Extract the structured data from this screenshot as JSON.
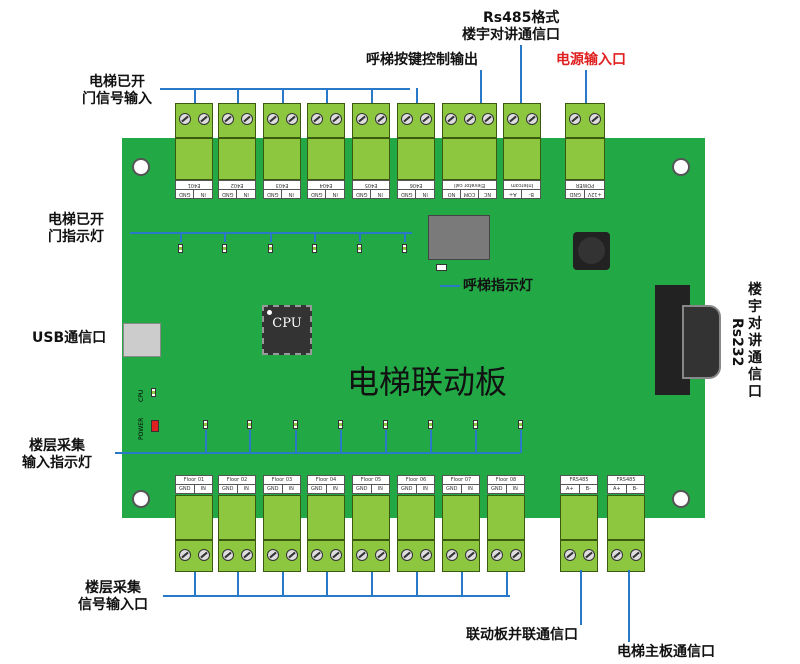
{
  "board": {
    "title": "电梯联动板",
    "cpu_label": "CPU",
    "cpu_led": "CPU",
    "power_led": "POWER"
  },
  "top_connectors": [
    {
      "name": "E401",
      "pins": [
        "IN",
        "GND"
      ]
    },
    {
      "name": "E402",
      "pins": [
        "IN",
        "GND"
      ]
    },
    {
      "name": "E403",
      "pins": [
        "IN",
        "GND"
      ]
    },
    {
      "name": "E404",
      "pins": [
        "IN",
        "GND"
      ]
    },
    {
      "name": "E405",
      "pins": [
        "IN",
        "GND"
      ]
    },
    {
      "name": "E406",
      "pins": [
        "IN",
        "GND"
      ]
    },
    {
      "name": "Elevator call",
      "pins": [
        "NC",
        "COM",
        "NO"
      ]
    },
    {
      "name": "Intercom",
      "pins": [
        "B-",
        "A+"
      ]
    },
    {
      "name": "POWER",
      "pins": [
        "+12V",
        "GND"
      ]
    }
  ],
  "bottom_connectors": [
    {
      "name": "Floor 01",
      "pins": [
        "GND",
        "IN"
      ]
    },
    {
      "name": "Floor 02",
      "pins": [
        "GND",
        "IN"
      ]
    },
    {
      "name": "Floor 03",
      "pins": [
        "GND",
        "IN"
      ]
    },
    {
      "name": "Floor 04",
      "pins": [
        "GND",
        "IN"
      ]
    },
    {
      "name": "Floor 05",
      "pins": [
        "GND",
        "IN"
      ]
    },
    {
      "name": "Floor 06",
      "pins": [
        "GND",
        "IN"
      ]
    },
    {
      "name": "Floor 07",
      "pins": [
        "GND",
        "IN"
      ]
    },
    {
      "name": "Floor 08",
      "pins": [
        "GND",
        "IN"
      ]
    },
    {
      "name": "FRS485",
      "pins": [
        "A+",
        "B-"
      ]
    },
    {
      "name": "FRS485",
      "pins": [
        "A+",
        "B-"
      ]
    }
  ],
  "annotations": {
    "door_signal_input": "电梯已开\n门信号输入",
    "call_output": "呼梯按键控制输出",
    "rs485_title": "Rs485格式",
    "rs485_sub": "楼宇对讲通信口",
    "power_input": "电源输入口",
    "door_indicator": "电梯已开\n门指示灯",
    "call_indicator": "呼梯指示灯",
    "usb": "USB通信口",
    "floor_indicator": "楼层采集\n输入指示灯",
    "floor_input": "楼层采集\n信号输入口",
    "parallel_comm": "联动板并联通信口",
    "main_board_comm": "电梯主板通信口",
    "rs232_title": "楼宇对讲通信口",
    "rs232": "Rs232"
  },
  "colors": {
    "board": "#22a845",
    "terminal": "#8dc63f",
    "line": "#2a78c8",
    "power_label": "#e02020"
  }
}
